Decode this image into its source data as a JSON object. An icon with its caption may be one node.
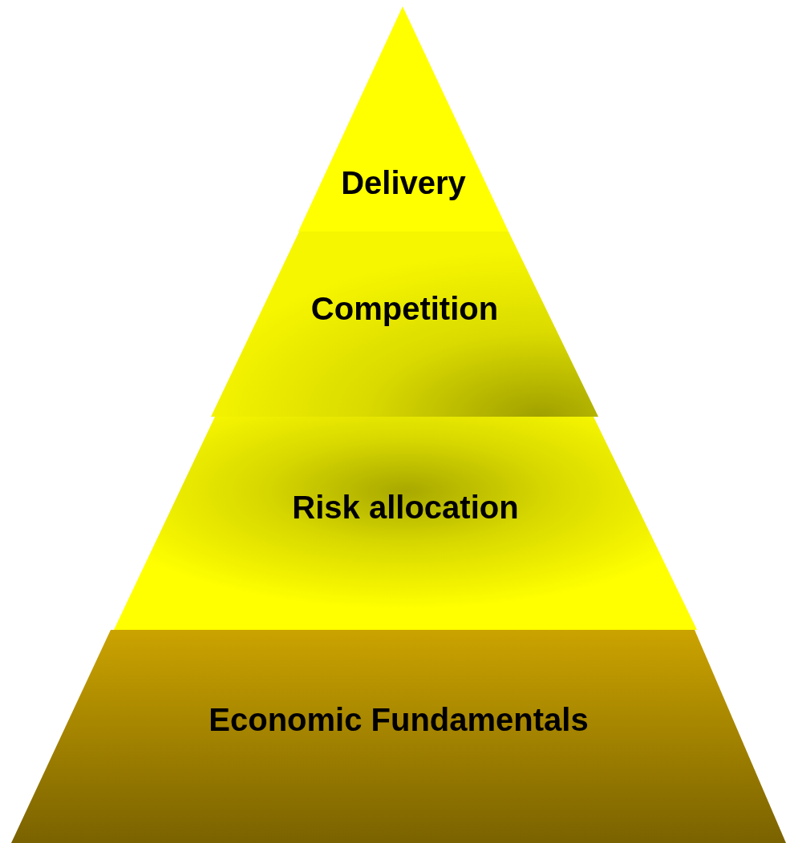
{
  "diagram": {
    "nodes": [
      {
        "text": [
          "Delivery"
        ]
      },
      {
        "text": [
          "Competition"
        ]
      },
      {
        "text": [
          "Risk allocation"
        ]
      },
      {
        "text": [
          "Economic Fundamentals"
        ]
      }
    ]
  }
}
